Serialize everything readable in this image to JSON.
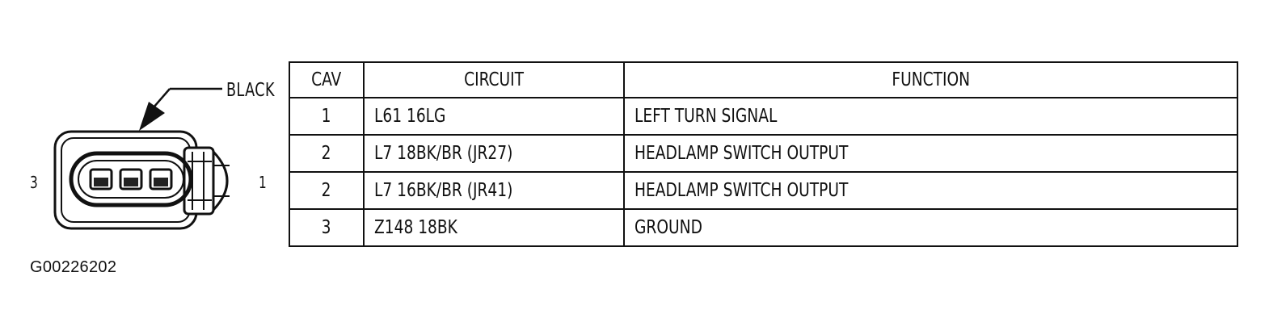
{
  "connector": {
    "color_label": "BLACK",
    "pin_left_label": "3",
    "pin_right_label": "1"
  },
  "figure_code": "G00226202",
  "table": {
    "headers": [
      "CAV",
      "CIRCUIT",
      "FUNCTION"
    ],
    "rows": [
      {
        "cav": "1",
        "circuit": "L61 16LG",
        "function": "LEFT TURN SIGNAL"
      },
      {
        "cav": "2",
        "circuit": "L7 18BK/BR (JR27)",
        "function": "HEADLAMP SWITCH OUTPUT"
      },
      {
        "cav": "2",
        "circuit": "L7 16BK/BR (JR41)",
        "function": "HEADLAMP SWITCH OUTPUT"
      },
      {
        "cav": "3",
        "circuit": "Z148 18BK",
        "function": "GROUND"
      }
    ]
  },
  "colors": {
    "line": "#111111",
    "background": "#ffffff"
  }
}
